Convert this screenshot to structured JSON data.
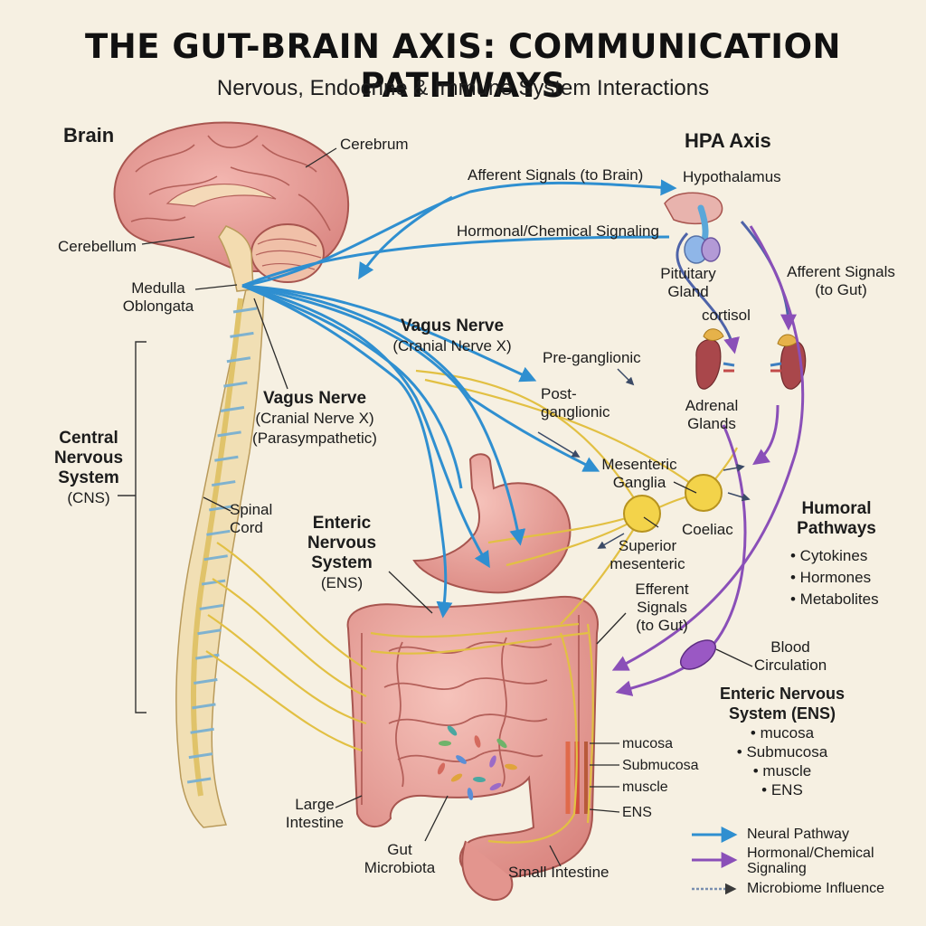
{
  "title": "THE GUT-BRAIN AXIS: COMMUNICATION PATHWAYS",
  "subtitle": "Nervous, Endocrine & Immune System Interactions",
  "colors": {
    "neural": "#2f8fd0",
    "hormonal": "#8a4fb8",
    "nerve_yellow": "#e2c043",
    "tissue": "#e59a94",
    "background": "#f6f0e2"
  },
  "labels": {
    "brain": "Brain",
    "cerebrum": "Cerebrum",
    "cerebellum": "Cerebellum",
    "medulla": [
      "Medulla",
      "Oblongata"
    ],
    "cns": [
      "Central",
      "Nervous",
      "System"
    ],
    "cns_abbr": "(CNS)",
    "spinal_cord": [
      "Spinal",
      "Cord"
    ],
    "vagus_left_title": "Vagus Nerve",
    "vagus_left_sub": [
      "(Cranial Nerve X)",
      "(Parasympathetic)"
    ],
    "vagus_center_title": "Vagus Nerve",
    "vagus_center_sub": "(Cranial Nerve X)",
    "afferent_brain": "Afferent Signals (to Brain)",
    "hormonal_signaling": "Hormonal/Chemical Signaling",
    "hpa_axis": "HPA Axis",
    "hypothalamus": "Hypothalamus",
    "pituitary": [
      "Pituitary",
      "Gland"
    ],
    "afferent_gut": [
      "Afferent Signals",
      "(to Gut)"
    ],
    "cortisol": "cortisol",
    "adrenal": [
      "Adrenal",
      "Glands"
    ],
    "pre_ganglionic": "Pre-ganglionic",
    "post_ganglionic": [
      "Post-",
      "ganglionic"
    ],
    "mesenteric_ganglia": [
      "Mesenteric",
      "Ganglia"
    ],
    "coeliac": "Coeliac",
    "superior_mesenteric": [
      "Superior",
      "mesenteric"
    ],
    "ens_left": [
      "Enteric",
      "Nervous",
      "System"
    ],
    "ens_left_abbr": "(ENS)",
    "efferent_gut": [
      "Efferent",
      "Signals",
      "(to Gut)"
    ],
    "humoral_title": [
      "Humoral",
      "Pathways"
    ],
    "humoral_items": [
      "• Cytokines",
      "• Hormones",
      "• Metabolites"
    ],
    "blood": [
      "Blood",
      "Circulation"
    ],
    "ens_right_title": [
      "Enteric Nervous",
      "System (ENS)"
    ],
    "ens_right_items": [
      "• mucosa",
      "• Submucosa",
      "• muscle",
      "• ENS"
    ],
    "layers": [
      "mucosa",
      "Submucosa",
      "muscle",
      "ENS"
    ],
    "large_intestine": [
      "Large",
      "Intestine"
    ],
    "gut_microbiota": [
      "Gut",
      "Microbiota"
    ],
    "small_intestine": "Small Intestine"
  },
  "legend": [
    {
      "label": "Neural Pathway",
      "icon": "blue-arrow-icon",
      "color": "#2f8fd0"
    },
    {
      "label": "Hormonal/Chemical Signaling",
      "icon": "purple-arrow-icon",
      "color": "#8a4fb8"
    },
    {
      "label": "Microbiome Influence",
      "icon": "dotted-arrow-icon",
      "color": "#7a8fb0"
    }
  ]
}
